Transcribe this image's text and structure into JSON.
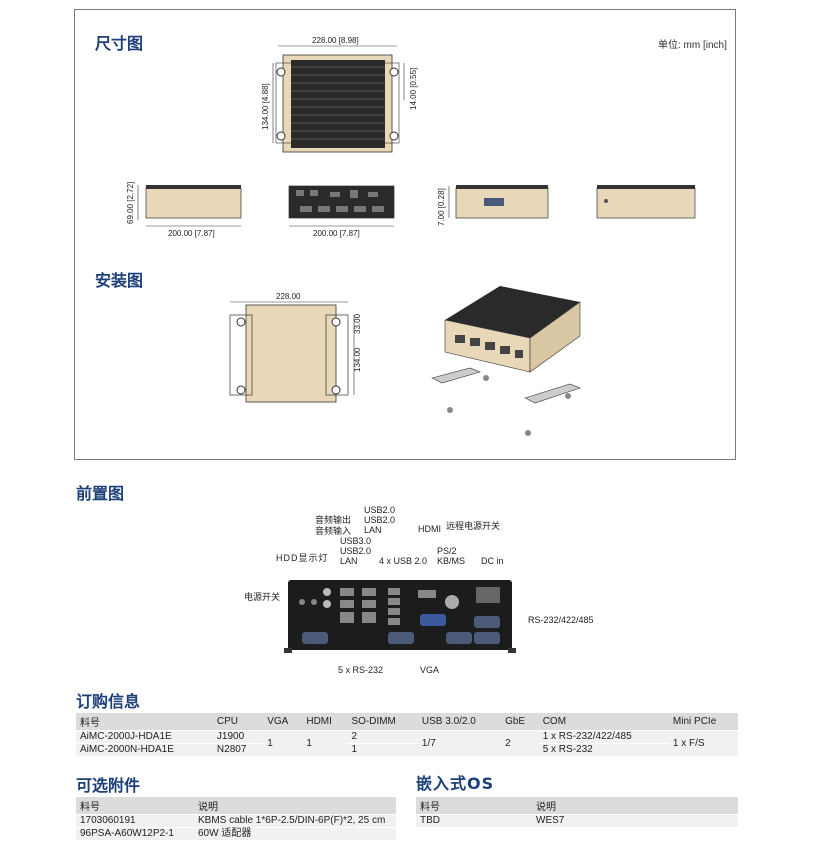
{
  "dimensions": {
    "title": "尺寸图",
    "unit": "单位: mm [inch]",
    "top_width": "228.00 [8.98]",
    "top_height": "134.00 [4.88]",
    "top_depth": "14.00 [0.55]",
    "side_height": "69.00 [2.72]",
    "side_width": "200.00 [7.87]",
    "front_width": "200.00 [7.87]",
    "rear_height": "7.00 [0.28]"
  },
  "mounting": {
    "title": "安装图",
    "width": "228.00",
    "height1": "33.00",
    "height2": "134.00"
  },
  "front": {
    "title": "前置图",
    "labels": {
      "power_switch": "电源开关",
      "hdd_led": "HDD显示灯",
      "audio_out": "音频输出",
      "audio_in": "音频输入",
      "usb_lan_1a": "USB3.0",
      "usb_lan_1b": "USB2.0",
      "usb_lan_1c": "LAN",
      "usb_lan_2a": "USB2.0",
      "usb_lan_2b": "USB2.0",
      "usb_lan_2c": "LAN",
      "usb4": "4 x USB 2.0",
      "hdmi": "HDMI",
      "remote_power": "远程电源开关",
      "ps2a": "PS/2",
      "ps2b": "KB/MS",
      "dc_in": "DC in",
      "rs232_485": "RS-232/422/485",
      "rs232x5": "5 x RS-232",
      "vga": "VGA"
    }
  },
  "order": {
    "title": "订购信息",
    "headers": [
      "料号",
      "CPU",
      "VGA",
      "HDMI",
      "SO-DIMM",
      "USB 3.0/2.0",
      "GbE",
      "COM",
      "Mini PCIe"
    ],
    "rows": [
      {
        "part": "AiMC-2000J-HDA1E",
        "cpu": "J1900",
        "sodimm": "2",
        "com": "1 x RS-232/422/485"
      },
      {
        "part": "AiMC-2000N-HDA1E",
        "cpu": "N2807",
        "sodimm": "1",
        "com": "5 x RS-232"
      }
    ],
    "shared": {
      "vga": "1",
      "hdmi": "1",
      "usb": "1/7",
      "gbe": "2",
      "minipcie": "1 x F/S"
    }
  },
  "accessories": {
    "title": "可选附件",
    "headers": [
      "料号",
      "说明"
    ],
    "rows": [
      [
        "1703060191",
        "KBMS cable 1*6P-2.5/DIN-6P(F)*2, 25 cm"
      ],
      [
        "96PSA-A60W12P2-1",
        "60W 适配器"
      ]
    ]
  },
  "embedded_os": {
    "title": "嵌入式OS",
    "headers": [
      "料号",
      "说明"
    ],
    "rows": [
      [
        "TBD",
        "WES7"
      ]
    ]
  }
}
